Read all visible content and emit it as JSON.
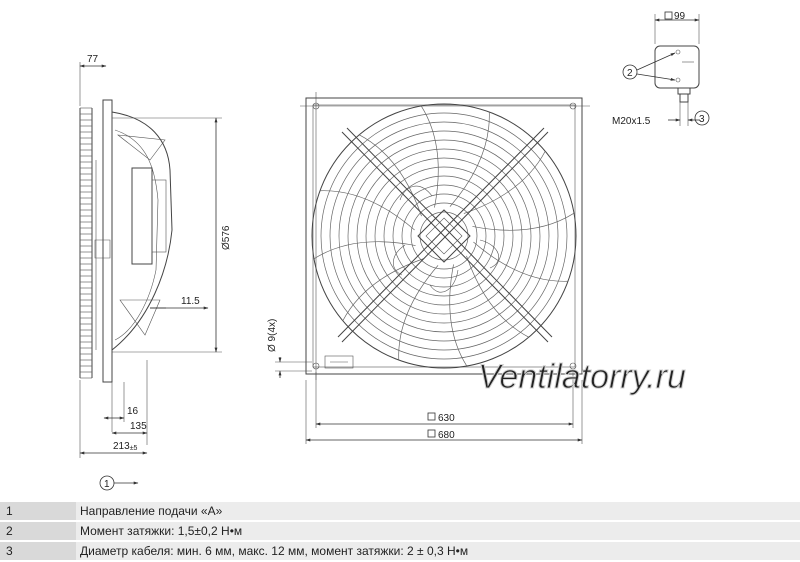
{
  "dimensions": {
    "depth_top": "77",
    "diameter": "Ø576",
    "offset": "11.5",
    "d16": "16",
    "d135": "135",
    "d213": "213",
    "d213_tol": "±5",
    "hole": "Ø 9(4x)",
    "grill_square": "630",
    "plate_square": "680",
    "box_width": "99",
    "cable_gland": "M20x1.5"
  },
  "callouts": {
    "c1": "1",
    "c2": "2",
    "c3": "3"
  },
  "watermark": "Ventilatorry.ru",
  "notes": [
    {
      "num": "1",
      "text": "Направление подачи «A»"
    },
    {
      "num": "2",
      "text": "Момент затяжки: 1,5±0,2 Н•м"
    },
    {
      "num": "3",
      "text": "Диаметр кабеля: мин. 6 мм, макс. 12 мм, момент затяжки: 2 ± 0,3 Н•м"
    }
  ]
}
